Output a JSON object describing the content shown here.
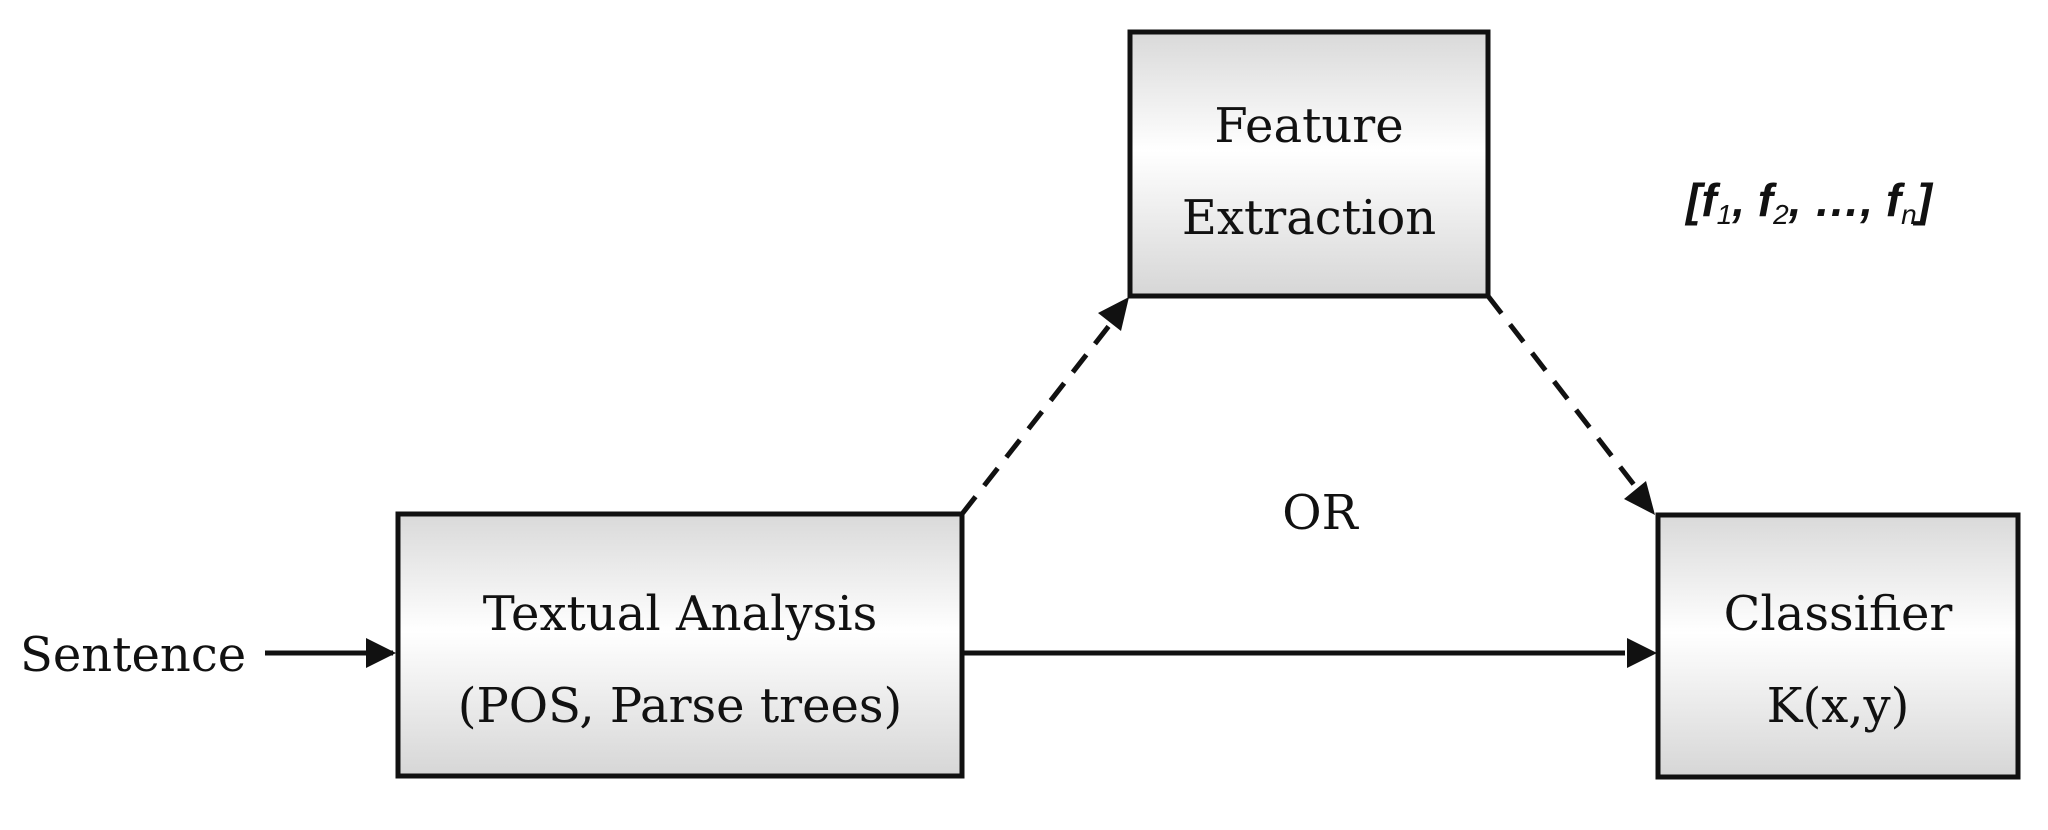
{
  "nodes": {
    "textual_analysis": {
      "line1": "Textual Analysis",
      "line2": "(POS, Parse trees)"
    },
    "feature_extraction": {
      "line1": "Feature",
      "line2": "Extraction"
    },
    "classifier": {
      "line1": "Classifier",
      "line2": "K(x,y)"
    }
  },
  "labels": {
    "input": "Sentence",
    "alternative": "OR",
    "feature_vector": {
      "open": "[",
      "f1": "f",
      "sub1": "1",
      "sep1": ", ",
      "f2": "f",
      "sub2": "2",
      "sep2": ", …, ",
      "fn": "f",
      "subn": "n",
      "close": "]"
    }
  },
  "colors": {
    "box_top": "#ffffff",
    "box_bottom": "#d9d9d9",
    "stroke": "#111111"
  }
}
